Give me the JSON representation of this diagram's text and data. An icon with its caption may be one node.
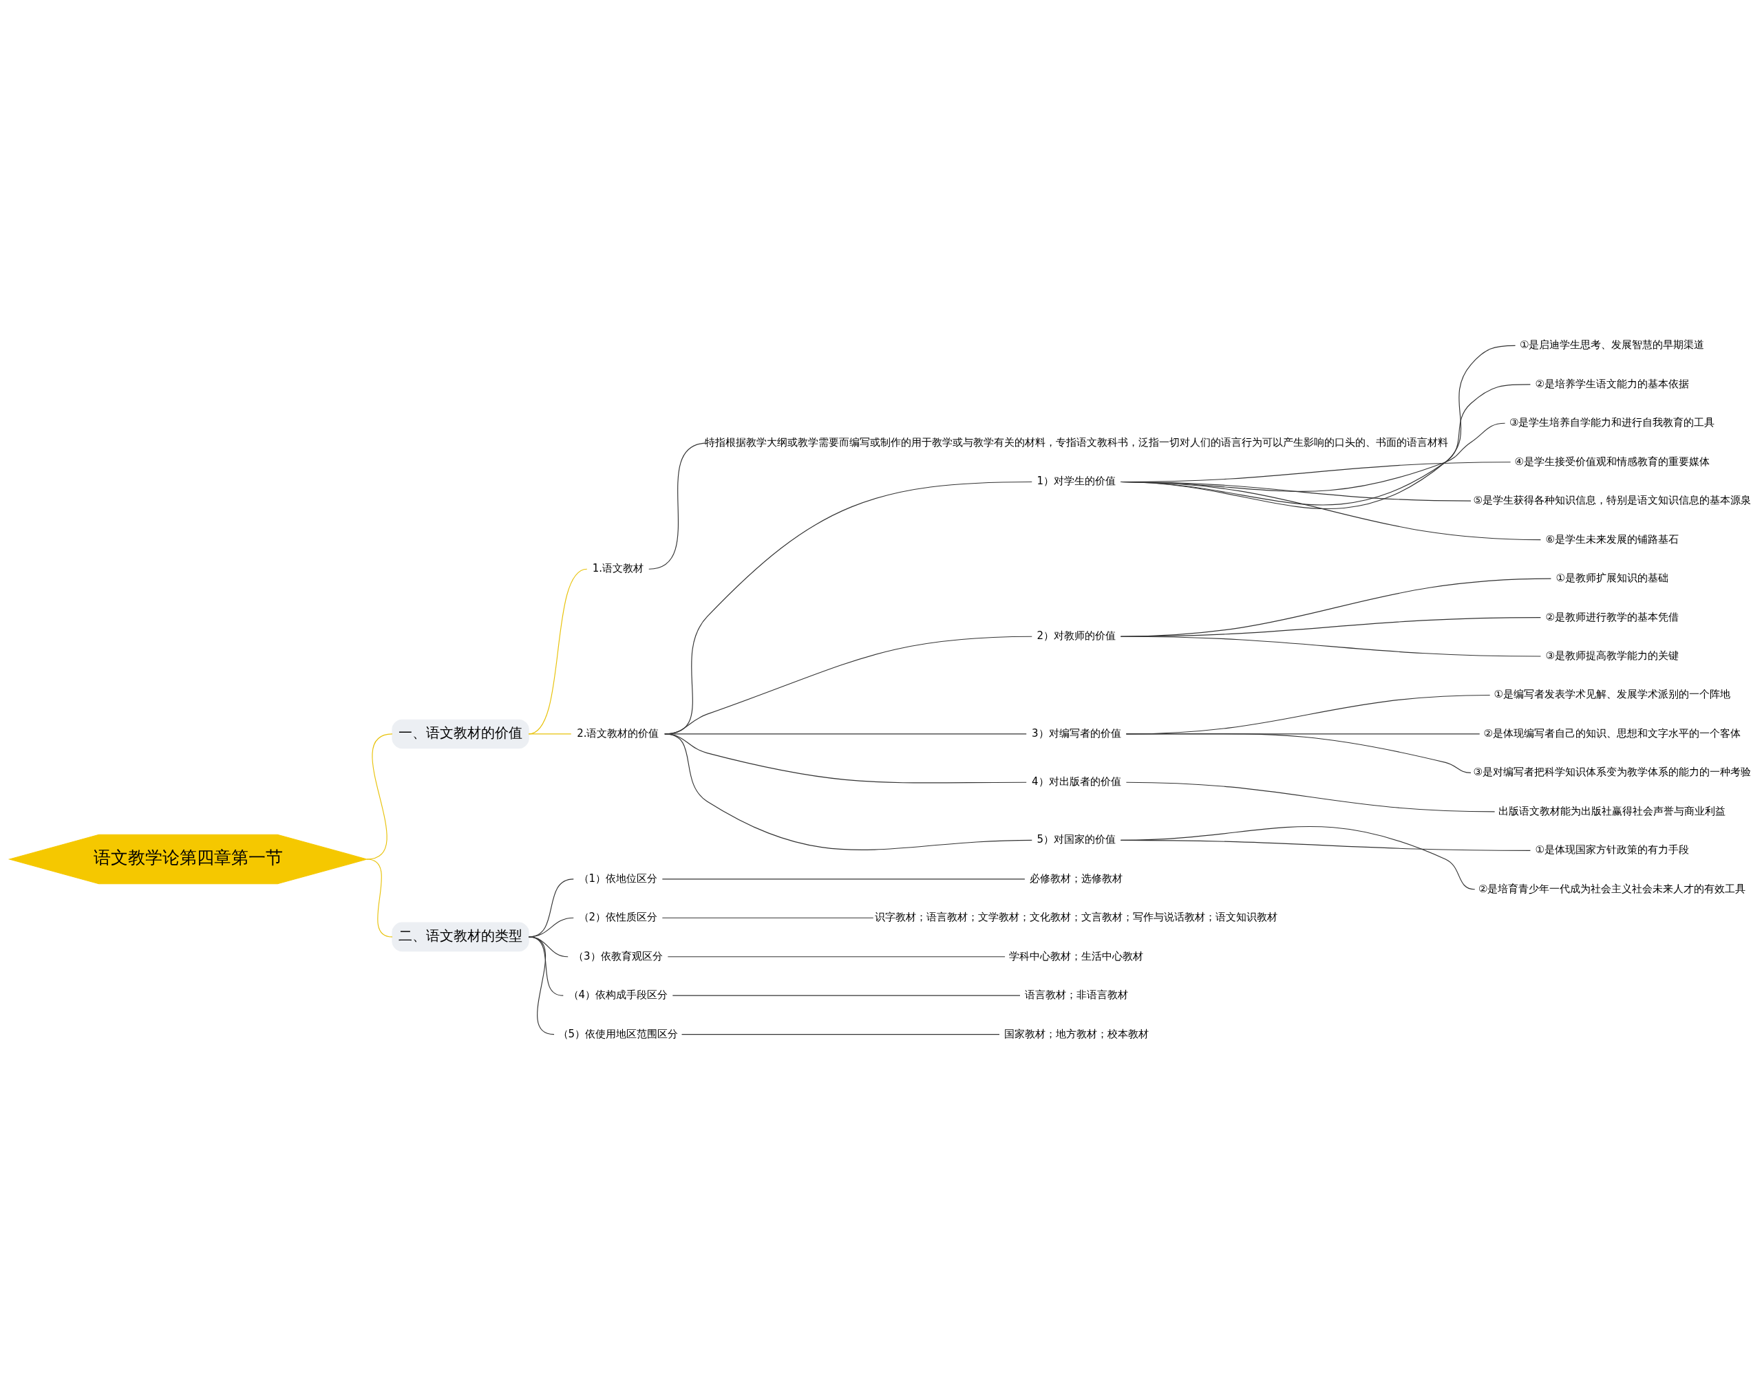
{
  "diagram": {
    "nodes": [
      {
        "text": [
          "语文教学论第四章第一节"
        ]
      },
      {
        "text": [
          "一、语文教材的价值"
        ]
      },
      {
        "text": [
          "1.语文教材"
        ]
      },
      {
        "text": [
          "特指根据教学大纲或教学需要而编写或制作的用于教学或与教学有关的材料，专指语文教科书，泛指一切对人们的语言行为可以产生影响的口头的、书面的语言材料"
        ]
      },
      {
        "text": [
          "2.语文教材的价值"
        ]
      },
      {
        "text": [
          "1）对学生的价值"
        ]
      },
      {
        "text": [
          "①是启迪学生思考、发展智慧的早期渠道"
        ]
      },
      {
        "text": [
          "②是培养学生语文能力的基本依据"
        ]
      },
      {
        "text": [
          "③是学生培养自学能力和进行自我教育的工具"
        ]
      },
      {
        "text": [
          "④是学生接受价值观和情感教育的重要媒体"
        ]
      },
      {
        "text": [
          "⑤是学生获得各种知识信息，特别是语文知识信息的基本源泉"
        ]
      },
      {
        "text": [
          "⑥是学生未来发展的铺路基石"
        ]
      },
      {
        "text": [
          "2）对教师的价值"
        ]
      },
      {
        "text": [
          "①是教师扩展知识的基础"
        ]
      },
      {
        "text": [
          "②是教师进行教学的基本凭借"
        ]
      },
      {
        "text": [
          "③是教师提高教学能力的关键"
        ]
      },
      {
        "text": [
          "3）对编写者的价值"
        ]
      },
      {
        "text": [
          "①是编写者发表学术见解、发展学术派别的一个阵地"
        ]
      },
      {
        "text": [
          "②是体现编写者自己的知识、思想和文字水平的一个客体"
        ]
      },
      {
        "text": [
          "③是对编写者把科学知识体系变为教学体系的能力的一种考验"
        ]
      },
      {
        "text": [
          "4）对出版者的价值"
        ]
      },
      {
        "text": [
          "出版语文教材能为出版社赢得社会声誉与商业利益"
        ]
      },
      {
        "text": [
          "5）对国家的价值"
        ]
      },
      {
        "text": [
          "①是体现国家方针政策的有力手段"
        ]
      },
      {
        "text": [
          "②是培育青少年一代成为社会主义社会未来人才的有效工具"
        ]
      },
      {
        "text": [
          "二、语文教材的类型"
        ]
      },
      {
        "text": [
          "（1）依地位区分"
        ]
      },
      {
        "text": [
          "必修教材；选修教材"
        ]
      },
      {
        "text": [
          "（2）依性质区分"
        ]
      },
      {
        "text": [
          "识字教材；语言教材；文学教材；文化教材；文言教材；写作与说话教材；语文知识教材"
        ]
      },
      {
        "text": [
          "（3）依教育观区分"
        ]
      },
      {
        "text": [
          "学科中心教材；生活中心教材"
        ]
      },
      {
        "text": [
          "（4）依构成手段区分"
        ]
      },
      {
        "text": [
          "语言教材；非语言教材"
        ]
      },
      {
        "text": [
          "（5）依使用地区范围区分"
        ]
      },
      {
        "text": [
          "国家教材；地方教材；校本教材"
        ]
      }
    ],
    "edges": [
      {
        "from": 0,
        "to": 1,
        "arrow": "none",
        "color": "#e8c20a"
      },
      {
        "from": 1,
        "to": 2,
        "arrow": "none",
        "color": "#e8c20a"
      },
      {
        "from": 2,
        "to": 3,
        "arrow": "none"
      },
      {
        "from": 1,
        "to": 4,
        "arrow": "none",
        "color": "#e8c20a"
      },
      {
        "from": 4,
        "to": 5,
        "arrow": "none"
      },
      {
        "from": 5,
        "to": 6,
        "arrow": "none"
      },
      {
        "from": 5,
        "to": 7,
        "arrow": "none"
      },
      {
        "from": 5,
        "to": 8,
        "arrow": "none"
      },
      {
        "from": 5,
        "to": 9,
        "arrow": "none"
      },
      {
        "from": 5,
        "to": 10,
        "arrow": "none"
      },
      {
        "from": 5,
        "to": 11,
        "arrow": "none"
      },
      {
        "from": 4,
        "to": 12,
        "arrow": "none"
      },
      {
        "from": 12,
        "to": 13,
        "arrow": "none"
      },
      {
        "from": 12,
        "to": 14,
        "arrow": "none"
      },
      {
        "from": 12,
        "to": 15,
        "arrow": "none"
      },
      {
        "from": 4,
        "to": 16,
        "arrow": "none"
      },
      {
        "from": 16,
        "to": 17,
        "arrow": "none"
      },
      {
        "from": 16,
        "to": 18,
        "arrow": "none"
      },
      {
        "from": 16,
        "to": 19,
        "arrow": "none"
      },
      {
        "from": 4,
        "to": 20,
        "arrow": "none"
      },
      {
        "from": 20,
        "to": 21,
        "arrow": "none"
      },
      {
        "from": 4,
        "to": 22,
        "arrow": "none"
      },
      {
        "from": 22,
        "to": 23,
        "arrow": "none"
      },
      {
        "from": 22,
        "to": 24,
        "arrow": "none"
      },
      {
        "from": 0,
        "to": 25,
        "arrow": "none",
        "color": "#e8c20a"
      },
      {
        "from": 25,
        "to": 26,
        "arrow": "none"
      },
      {
        "from": 26,
        "to": 27,
        "arrow": "none"
      },
      {
        "from": 25,
        "to": 28,
        "arrow": "none"
      },
      {
        "from": 28,
        "to": 29,
        "arrow": "none"
      },
      {
        "from": 25,
        "to": 30,
        "arrow": "none"
      },
      {
        "from": 30,
        "to": 31,
        "arrow": "none"
      },
      {
        "from": 25,
        "to": 32,
        "arrow": "none"
      },
      {
        "from": 32,
        "to": 33,
        "arrow": "none"
      },
      {
        "from": 25,
        "to": 34,
        "arrow": "none"
      },
      {
        "from": 34,
        "to": 35,
        "arrow": "none"
      }
    ]
  }
}
